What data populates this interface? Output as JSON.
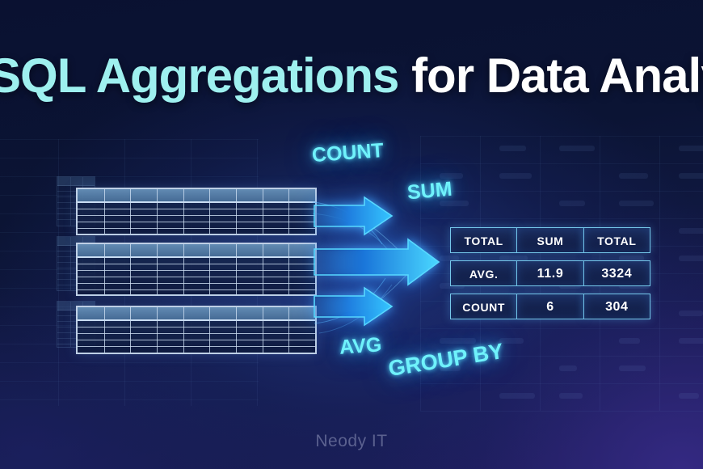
{
  "meta": {
    "background_color": "#0a1230",
    "accent_cyan": "#6ff2fb",
    "title_accent": "#9ef0ef",
    "arrow_color": "#2f9dff"
  },
  "title": {
    "accent_part": "SQL Aggregations",
    "space": " ",
    "white_part": "for Data Analysis"
  },
  "keywords": {
    "count": "COUNT",
    "sum": "SUM",
    "avg": "AVG",
    "group_by": "GROUP BY"
  },
  "source_tables": [
    {
      "id": "table-1",
      "columns": 9,
      "rows": 6
    },
    {
      "id": "table-2",
      "columns": 9,
      "rows": 7
    },
    {
      "id": "table-3",
      "columns": 9,
      "rows": 6
    }
  ],
  "result_table": {
    "rows": [
      {
        "label": "TOTAL",
        "value": "SUM",
        "total": "TOTAL"
      },
      {
        "label": "AVG.",
        "value": "11.9",
        "total": "3324"
      },
      {
        "label": "COUNT",
        "value": "6",
        "total": "304"
      }
    ]
  },
  "watermark": "Neody IT"
}
